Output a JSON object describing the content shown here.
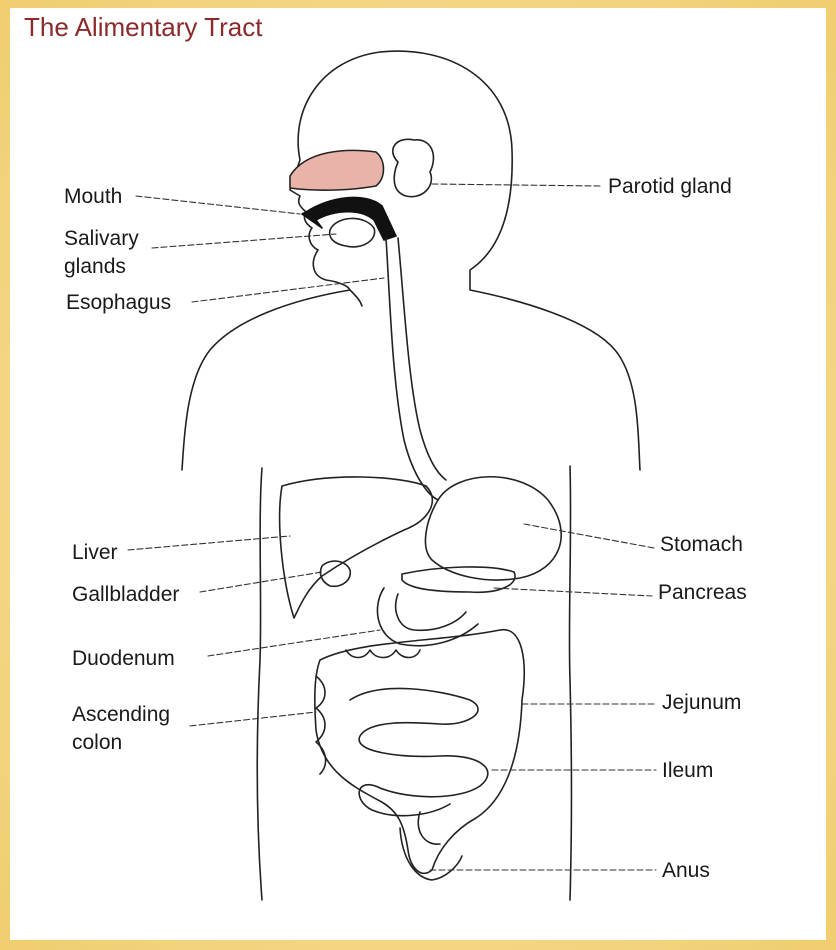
{
  "title": "The Alimentary Tract",
  "labels": {
    "mouth": "Mouth",
    "salivary_line1": "Salivary",
    "salivary_line2": "glands",
    "esophagus": "Esophagus",
    "parotid": "Parotid gland",
    "liver": "Liver",
    "gallbladder": "Gallbladder",
    "duodenum": "Duodenum",
    "ascending_line1": "Ascending",
    "ascending_line2": "colon",
    "stomach": "Stomach",
    "pancreas": "Pancreas",
    "jejunum": "Jejunum",
    "ileum": "Ileum",
    "anus": "Anus"
  },
  "colors": {
    "background": "#f4d88a",
    "title": "#8a2a2a",
    "tongue": "#e8b4aa",
    "line": "#222222"
  }
}
